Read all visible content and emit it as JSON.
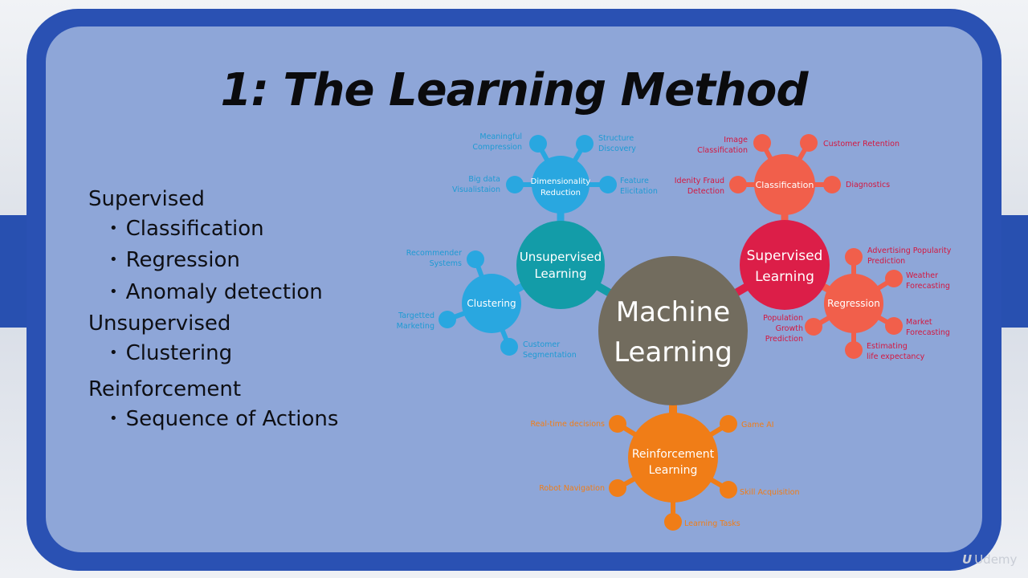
{
  "slide": {
    "title": "1: The Learning Method",
    "outline": [
      {
        "label": "Supervised",
        "items": [
          "Classification",
          "Regression",
          "Anomaly detection"
        ]
      },
      {
        "label": "Unsupervised",
        "items": [
          "Clustering"
        ]
      },
      {
        "label": "Reinforcement",
        "items": [
          "Sequence of Actions"
        ]
      }
    ]
  },
  "diagram": {
    "center": {
      "line1": "Machine",
      "line2": "Learning",
      "color": "#726c5e"
    },
    "unsupervised": {
      "line1": "Unsupervised",
      "line2": "Learning",
      "color": "#139ca8",
      "dim": {
        "line1": "Dimensionality",
        "line2": "Reduction",
        "color": "#29a7e0",
        "leaves": [
          {
            "l1": "Meaningful",
            "l2": "Compression"
          },
          {
            "l1": "Structure",
            "l2": "Discovery"
          },
          {
            "l1": "Big data",
            "l2": "Visualistaion"
          },
          {
            "l1": "Feature",
            "l2": "Elicitation"
          }
        ]
      },
      "clu": {
        "label": "Clustering",
        "color": "#29a7e0",
        "leaves": [
          {
            "l1": "Recommender",
            "l2": "Systems"
          },
          {
            "l1": "Targetted",
            "l2": "Marketing"
          },
          {
            "l1": "Customer",
            "l2": "Segmentation"
          }
        ]
      }
    },
    "supervised": {
      "line1": "Supervised",
      "line2": "Learning",
      "color": "#dc1e48",
      "cls": {
        "label": "Classification",
        "color": "#f15f4b",
        "leaves": [
          {
            "l1": "Image",
            "l2": "Classification"
          },
          {
            "l1": "Customer Retention",
            "l2": ""
          },
          {
            "l1": "Idenity Fraud",
            "l2": "Detection"
          },
          {
            "l1": "Diagnostics",
            "l2": ""
          }
        ]
      },
      "reg": {
        "label": "Regression",
        "color": "#f15f4b",
        "leaves": [
          {
            "l1": "Advertising Popularity",
            "l2": "Prediction"
          },
          {
            "l1": "Weather",
            "l2": "Forecasting"
          },
          {
            "l1": "Population",
            "l2": "Growth",
            "l3": "Prediction"
          },
          {
            "l1": "Market",
            "l2": "Forecasting"
          },
          {
            "l1": "Estimating",
            "l2": "life expectancy"
          }
        ]
      }
    },
    "reinforcement": {
      "line1": "Reinforcement",
      "line2": "Learning",
      "color": "#f07d17",
      "leaves": [
        {
          "l1": "Real-time decisions"
        },
        {
          "l1": "Game AI"
        },
        {
          "l1": "Robot Navigation"
        },
        {
          "l1": "Skill Acquisition"
        },
        {
          "l1": "Learning Tasks"
        }
      ]
    }
  },
  "watermark": {
    "mark": "U",
    "text": "Udemy"
  }
}
